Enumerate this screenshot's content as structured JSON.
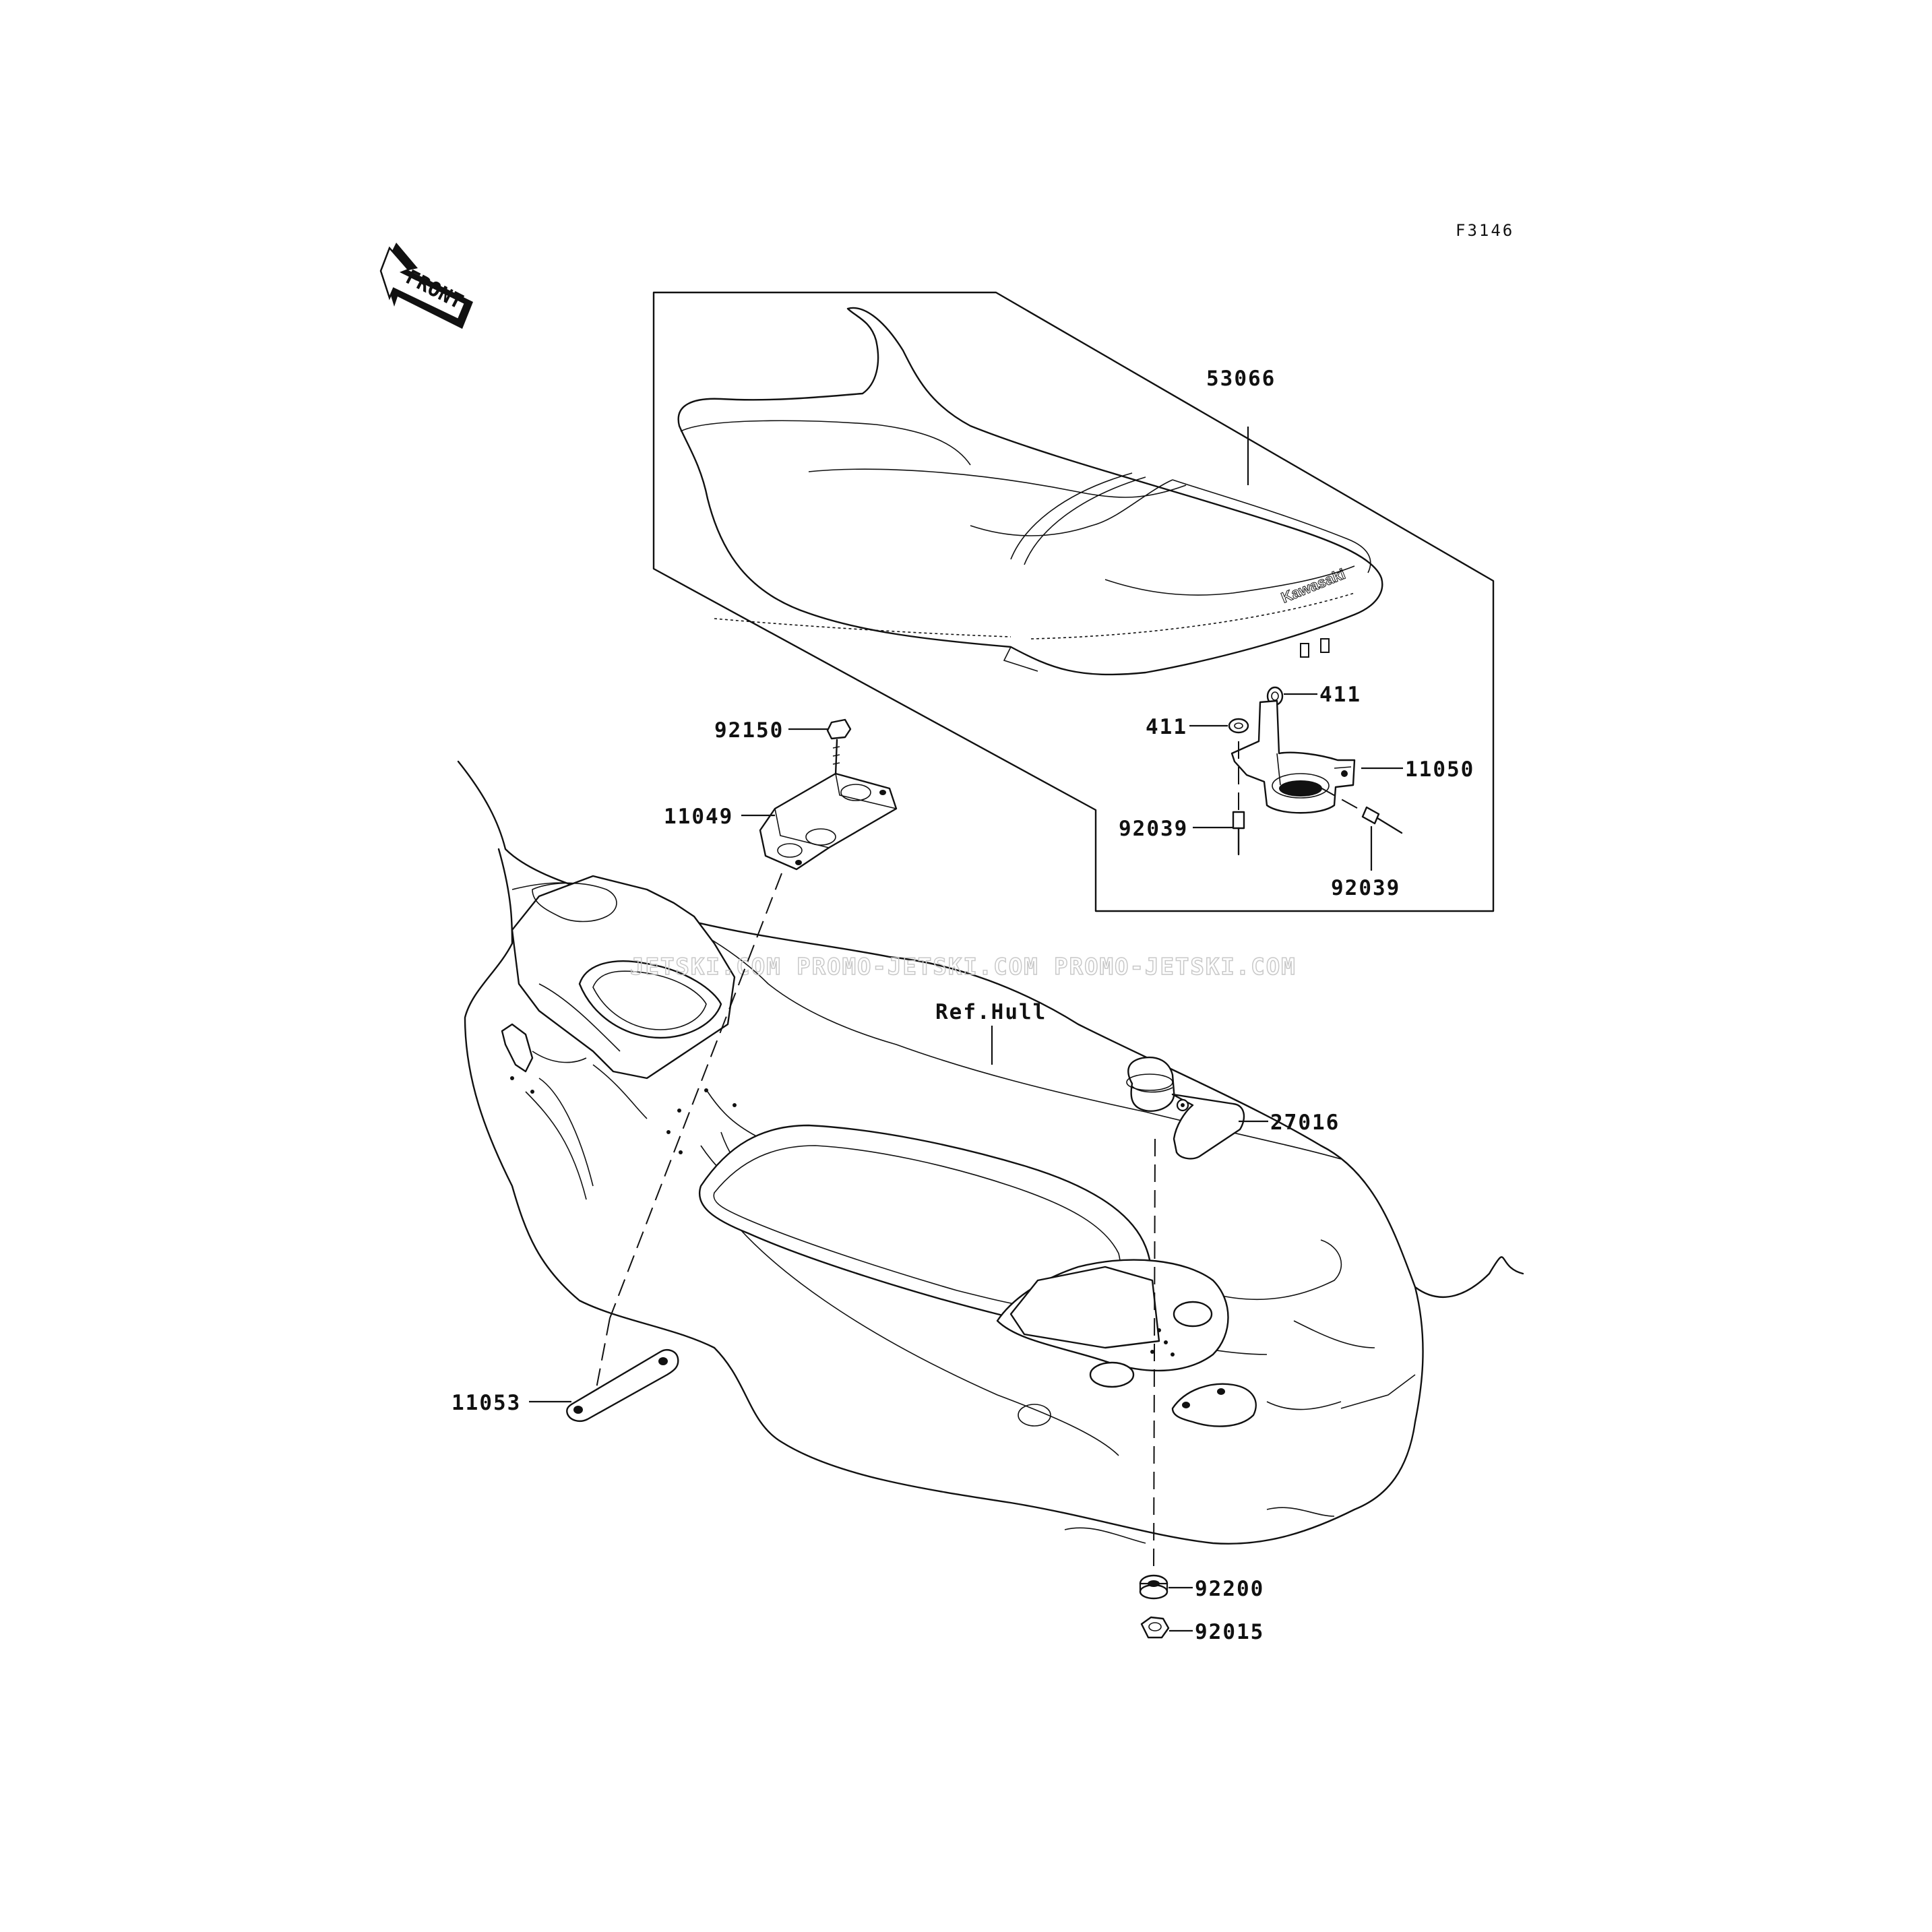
{
  "figure_code": "F3146",
  "front_label": "FRONT",
  "reference_label": "Ref.Hull",
  "seat_logo": "Kawasaki",
  "watermark": "JETSKI.COM  PROMO-JETSKI.COM  PROMO-JETSKI.COM",
  "parts": {
    "seat": "53066",
    "washer_upper": "411",
    "washer_lower": "411",
    "seat_hook_bracket": "11050",
    "rivet_left": "92039",
    "rivet_right": "92039",
    "bolt": "92150",
    "seat_bracket": "11049",
    "plate": "11053",
    "seat_stopper": "27016",
    "collar": "92200",
    "nut": "92015"
  }
}
